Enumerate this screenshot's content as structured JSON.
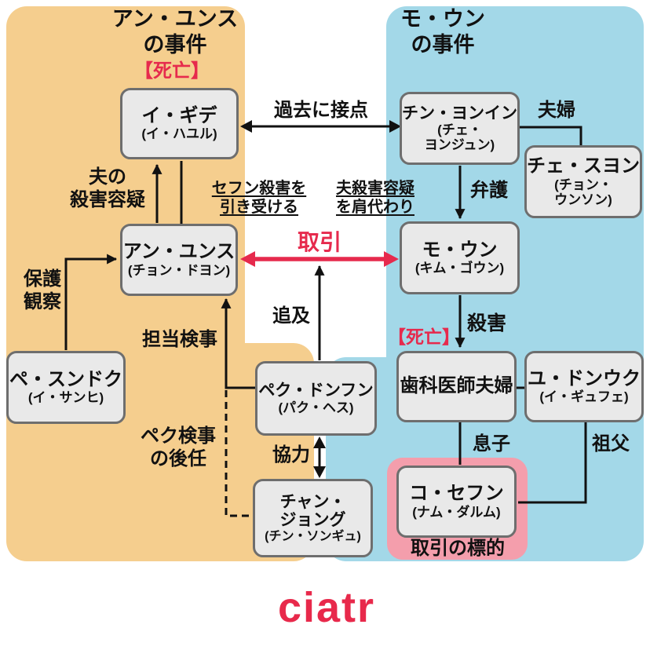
{
  "regions": {
    "left_case": {
      "title_line1": "アン・ユンス",
      "title_line2": "の事件"
    },
    "right_case": {
      "title_line1": "モ・ウン",
      "title_line2": "の事件"
    }
  },
  "boxes": {
    "igide": {
      "name": "イ・ギデ",
      "actor": "(イ・ハユル)"
    },
    "jin": {
      "name": "チン・ヨンイン",
      "actor1": "(チェ・",
      "actor2": "ヨンジュン)"
    },
    "choi": {
      "name": "チェ・スヨン",
      "actor1": "(チョン・",
      "actor2": "ウンソン)"
    },
    "an": {
      "name": "アン・ユンス",
      "actor": "(チョン・ドヨン)"
    },
    "mo": {
      "name": "モ・ウン",
      "actor": "(キム・ゴウン)"
    },
    "bae": {
      "name": "ペ・スンドク",
      "actor": "(イ・サンヒ)"
    },
    "baek": {
      "name": "ペク・ドンフン",
      "actor": "(パク・ヘス)"
    },
    "dentist": {
      "name": "歯科医師夫婦"
    },
    "yu": {
      "name": "ユ・ドンウク",
      "actor": "(イ・ギュフェ)"
    },
    "jang": {
      "name1": "チャン・",
      "name2": "ジョング",
      "actor": "(チン・ソンギュ)"
    },
    "ko": {
      "name": "コ・セフン",
      "actor": "(ナム・ダルム)"
    }
  },
  "labels": {
    "death_top": "【死亡】",
    "death_mid": "【死亡】",
    "past_contact": "過去に接点",
    "married": "夫婦",
    "husband_suspect1": "夫の",
    "husband_suspect2": "殺害容疑",
    "sehun_take1": "セフン殺害を",
    "sehun_take2": "引き受ける",
    "cover_up1": "夫殺害容疑",
    "cover_up2": "を肩代わり",
    "defense": "弁護",
    "deal": "取引",
    "probation1": "保護",
    "probation2": "観察",
    "prosecutor_in_charge": "担当検事",
    "pursuit": "追及",
    "murder": "殺害",
    "son": "息子",
    "grandfather": "祖父",
    "successor1": "ペク検事",
    "successor2": "の後任",
    "cooperation": "協力",
    "deal_target": "取引の標的",
    "logo": "ciatr"
  },
  "colors": {
    "orange": "#F5CE8E",
    "blue": "#A3D8E8",
    "pink": "#F49EAC",
    "red": "#E62A4D",
    "box_fill": "#E9E9E9",
    "box_border": "#6E6E6E",
    "line": "#111111"
  }
}
